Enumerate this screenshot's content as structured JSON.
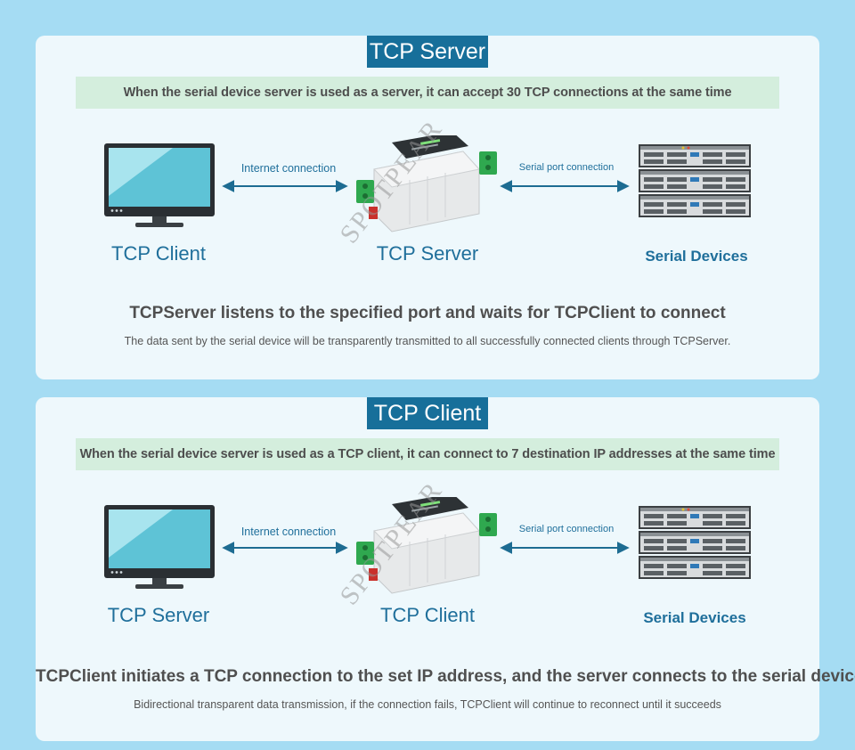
{
  "sections": [
    {
      "title": "TCP Server",
      "banner": "When the serial device server is used as a server, it can accept 30 TCP connections at the same time",
      "left_label": "TCP Client",
      "center_label": "TCP Server",
      "right_label": "Serial Devices",
      "left_connection": "Internet connection",
      "right_connection": "Serial port connection",
      "headline": "TCPServer listens to the specified port and waits for TCPClient to connect",
      "subline": "The data sent by the serial device will be transparently transmitted to all successfully connected clients through TCPServer."
    },
    {
      "title": "TCP Client",
      "banner": "When the serial device server is used as a TCP client, it can connect to 7 destination IP addresses at the same time",
      "left_label": "TCP Server",
      "center_label": "TCP Client",
      "right_label": "Serial Devices",
      "left_connection": "Internet connection",
      "right_connection": "Serial port connection",
      "headline": "TCPClient initiates a TCP connection to the set IP address, and the server connects to the serial device",
      "subline": "Bidirectional transparent data transmission, if the connection fails, TCPClient will continue to reconnect until it succeeds"
    }
  ],
  "watermark": "SPOTPEAR",
  "colors": {
    "background": "#a5dcf3",
    "panel": "#eef8fc",
    "title_bg": "#176f9a",
    "banner_bg": "#d4eedd",
    "label": "#1f6f9b",
    "arrow": "#1d6c92"
  },
  "icons": {
    "left": "monitor-icon",
    "center": "serial-device-server-icon",
    "right": "server-rack-icon"
  }
}
